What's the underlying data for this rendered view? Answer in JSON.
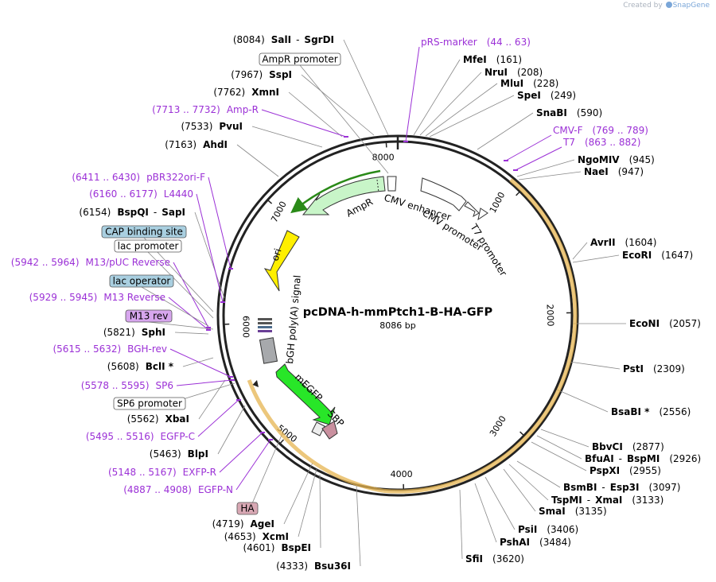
{
  "credit": {
    "prefix": "Created by",
    "brand": "SnapGene"
  },
  "plasmid": {
    "name": "pcDNA-h-mmPtch1-B-HA-GFP",
    "size_label": "8086 bp",
    "length": 8086
  },
  "ticks": [
    {
      "pos": 1000,
      "label": "1000"
    },
    {
      "pos": 2000,
      "label": "2000"
    },
    {
      "pos": 3000,
      "label": "3000"
    },
    {
      "pos": 4000,
      "label": "4000"
    },
    {
      "pos": 5000,
      "label": "5000"
    },
    {
      "pos": 6000,
      "label": "6000"
    },
    {
      "pos": 7000,
      "label": "7000"
    },
    {
      "pos": 8000,
      "label": "8000"
    }
  ],
  "enzymes_left": [
    {
      "pos": "(8084)",
      "name": "SalI",
      "sep": "-",
      "name2": "SgrDI"
    },
    {
      "pos": "(7967)",
      "name": "SspI"
    },
    {
      "pos": "(7762)",
      "name": "XmnI"
    },
    {
      "pos": "(7533)",
      "name": "PvuI"
    },
    {
      "pos": "(7163)",
      "name": "AhdI"
    },
    {
      "pos": "(6154)",
      "name": "BspQI",
      "sep": "-",
      "name2": "SapI"
    },
    {
      "pos": "(5821)",
      "name": "SphI"
    },
    {
      "pos": "(5608)",
      "name": "BclI *"
    },
    {
      "pos": "(5562)",
      "name": "XbaI"
    },
    {
      "pos": "(5463)",
      "name": "BlpI"
    },
    {
      "pos": "(4719)",
      "name": "AgeI"
    },
    {
      "pos": "(4653)",
      "name": "XcmI"
    },
    {
      "pos": "(4601)",
      "name": "BspEI"
    },
    {
      "pos": "(4333)",
      "name": "Bsu36I"
    }
  ],
  "enzymes_right": [
    {
      "name": "MfeI",
      "pos": "(161)"
    },
    {
      "name": "NruI",
      "pos": "(208)"
    },
    {
      "name": "MluI",
      "pos": "(228)"
    },
    {
      "name": "SpeI",
      "pos": "(249)"
    },
    {
      "name": "SnaBI",
      "pos": "(590)"
    },
    {
      "name": "NgoMIV",
      "pos": "(945)"
    },
    {
      "name": "NaeI",
      "pos": "(947)"
    },
    {
      "name": "AvrII",
      "pos": "(1604)"
    },
    {
      "name": "EcoRI",
      "pos": "(1647)"
    },
    {
      "name": "EcoNI",
      "pos": "(2057)"
    },
    {
      "name": "PstI",
      "pos": "(2309)"
    },
    {
      "name": "BsaBI *",
      "pos": "(2556)"
    },
    {
      "name": "BbvCI",
      "pos": "(2877)"
    },
    {
      "name": "BfuAI",
      "sep": "-",
      "name2": "BspMI",
      "pos": "(2926)"
    },
    {
      "name": "PspXI",
      "pos": "(2955)"
    },
    {
      "name": "BsmBI",
      "sep": "-",
      "name2": "Esp3I",
      "pos": "(3097)"
    },
    {
      "name": "TspMI",
      "sep": "-",
      "name2": "XmaI",
      "pos": "(3133)"
    },
    {
      "name": "SmaI",
      "pos": "(3135)"
    },
    {
      "name": "PsiI",
      "pos": "(3406)"
    },
    {
      "name": "PshAI",
      "pos": "(3484)"
    },
    {
      "name": "SfiI",
      "pos": "(3620)"
    }
  ],
  "primers_left": [
    {
      "range": "(7713 .. 7732)",
      "name": "Amp-R"
    },
    {
      "range": "(6411 .. 6430)",
      "name": "pBR322ori-F"
    },
    {
      "range": "(6160 .. 6177)",
      "name": "L4440"
    },
    {
      "range": "(5942 .. 5964)",
      "name": "M13/pUC Reverse"
    },
    {
      "range": "(5929 .. 5945)",
      "name": "M13 Reverse"
    },
    {
      "range": "(5615 .. 5632)",
      "name": "BGH-rev"
    },
    {
      "range": "(5578 .. 5595)",
      "name": "SP6"
    },
    {
      "range": "(5495 .. 5516)",
      "name": "EGFP-C"
    },
    {
      "range": "(5148 .. 5167)",
      "name": "EXFP-R"
    },
    {
      "range": "(4887 .. 4908)",
      "name": "EGFP-N"
    }
  ],
  "primers_right": [
    {
      "name": "pRS-marker",
      "range": "(44 .. 63)"
    },
    {
      "name": "CMV-F",
      "range": "(769 .. 789)"
    },
    {
      "name": "T7",
      "range": "(863 .. 882)"
    }
  ],
  "boxes": [
    {
      "label": "AmpR promoter",
      "style": "white"
    },
    {
      "label": "CAP binding site",
      "style": "blue"
    },
    {
      "label": "lac promoter",
      "style": "white"
    },
    {
      "label": "lac operator",
      "style": "blue"
    },
    {
      "label": "M13 rev",
      "style": "violet"
    },
    {
      "label": "SP6 promoter",
      "style": "white"
    },
    {
      "label": "HA",
      "style": "pink"
    }
  ],
  "features": [
    {
      "label": "AmpR"
    },
    {
      "label": "ori"
    },
    {
      "label": "bGH poly(A) signal"
    },
    {
      "label": "mEGFP"
    },
    {
      "label": "SBP"
    },
    {
      "label": "CMV enhancer"
    },
    {
      "label": "CMV promoter"
    },
    {
      "label": "T7 promoter"
    }
  ],
  "colors": {
    "primer": "#9b30d6",
    "ampR": "#c8f5c8",
    "ori": "#ffef00",
    "egfp": "#28e628",
    "orf_arc": "#e6b450",
    "lac_blue": "#a9cfe0",
    "m13_violet": "#d7a6ee",
    "ha_pink": "#d8a8b4",
    "sbp": "#c9909f"
  }
}
